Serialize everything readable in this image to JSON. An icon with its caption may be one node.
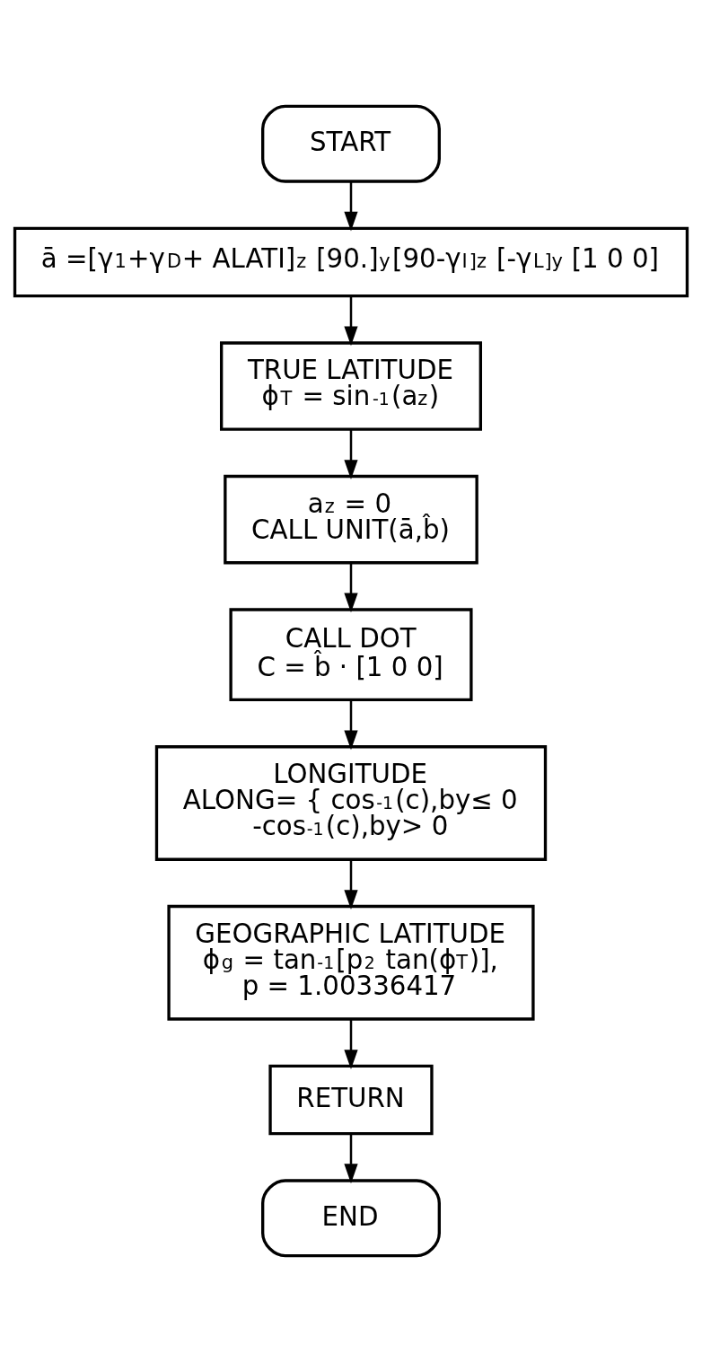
{
  "diagram": {
    "nodes": [
      {
        "text": [
          "START"
        ]
      },
      {
        "text": [
          "ā =[γ$_{1}$+γ$_{D}$+ ALATI]$_{z}$ [90.]$_{y}$[90-γ$_{I}$]$_{z}$ [-γ$_{L}$]$_{y}$ [1 0 0]"
        ]
      },
      {
        "text": [
          "TRUE LATITUDE",
          "ϕ$_{T}$ = sin$^{-1}$(a$_{z}$)"
        ]
      },
      {
        "text": [
          "a$_{z}$ = 0",
          "CALL UNIT(ā,b̂)"
        ]
      },
      {
        "text": [
          "CALL DOT",
          "C = b̂ · [1 0 0]"
        ]
      },
      {
        "text": [
          "LONGITUDE",
          "ALONG= { cos$^{-1}$(c),by≤ 0",
          "-cos$^{-1}$(c),by> 0"
        ]
      },
      {
        "text": [
          "GEOGRAPHIC LATITUDE",
          "ϕ$_{g}$ = tan$^{-1}$[p$^{2}$ tan(ϕ$_{T}$)],",
          "p = 1.00336417"
        ]
      },
      {
        "text": [
          "RETURN"
        ]
      },
      {
        "text": [
          "END"
        ]
      }
    ],
    "edges": [
      {
        "from": 0,
        "to": 1,
        "arrow": "to"
      },
      {
        "from": 1,
        "to": 2,
        "arrow": "to"
      },
      {
        "from": 2,
        "to": 3,
        "arrow": "to"
      },
      {
        "from": 3,
        "to": 4,
        "arrow": "to"
      },
      {
        "from": 4,
        "to": 5,
        "arrow": "to"
      },
      {
        "from": 5,
        "to": 6,
        "arrow": "to"
      },
      {
        "from": 6,
        "to": 7,
        "arrow": "to"
      },
      {
        "from": 7,
        "to": 8,
        "arrow": "to"
      }
    ]
  }
}
